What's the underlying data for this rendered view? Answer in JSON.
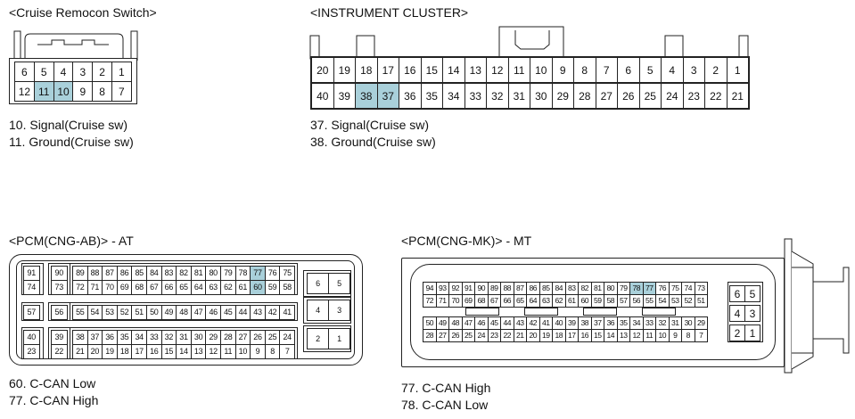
{
  "cruise": {
    "title": "<Cruise Remocon Switch>",
    "rows": [
      [
        "6",
        "5",
        "4",
        "3",
        "2",
        "1"
      ],
      [
        "12",
        "11",
        "10",
        "9",
        "8",
        "7"
      ]
    ],
    "highlight": [
      "11",
      "10"
    ],
    "notes": [
      "10. Signal(Cruise sw)",
      "11. Ground(Cruise sw)"
    ]
  },
  "cluster": {
    "title": "<INSTRUMENT CLUSTER>",
    "rows": [
      [
        "20",
        "19",
        "18",
        "17",
        "16",
        "15",
        "14",
        "13",
        "12",
        "11",
        "10",
        "9",
        "8",
        "7",
        "6",
        "5",
        "4",
        "3",
        "2",
        "1"
      ],
      [
        "40",
        "39",
        "38",
        "37",
        "36",
        "35",
        "34",
        "33",
        "32",
        "31",
        "30",
        "29",
        "28",
        "27",
        "26",
        "25",
        "24",
        "23",
        "22",
        "21"
      ]
    ],
    "highlight": [
      "38",
      "37"
    ],
    "notes": [
      "37. Signal(Cruise sw)",
      "38. Ground(Cruise sw)"
    ]
  },
  "pcm_ab": {
    "title": "<PCM(CNG-AB)> - AT",
    "pairs": [
      [
        "91",
        "74"
      ],
      [
        "90",
        "73"
      ],
      [
        "57"
      ],
      [
        "56"
      ],
      [
        "40",
        "23"
      ],
      [
        "39",
        "22"
      ]
    ],
    "blocks": [
      [
        "89",
        "88",
        "87",
        "86",
        "85",
        "84",
        "83",
        "82",
        "81",
        "80",
        "79",
        "78",
        "77",
        "76",
        "75"
      ],
      [
        "72",
        "71",
        "70",
        "69",
        "68",
        "67",
        "66",
        "65",
        "64",
        "63",
        "62",
        "61",
        "60",
        "59",
        "58"
      ],
      [
        "55",
        "54",
        "53",
        "52",
        "51",
        "50",
        "49",
        "48",
        "47",
        "46",
        "45",
        "44",
        "43",
        "42",
        "41"
      ],
      [
        "38",
        "37",
        "36",
        "35",
        "34",
        "33",
        "32",
        "31",
        "30",
        "29",
        "28",
        "27",
        "26",
        "25",
        "24"
      ],
      [
        "21",
        "20",
        "19",
        "18",
        "17",
        "16",
        "15",
        "14",
        "13",
        "12",
        "11",
        "10",
        "9",
        "8",
        "7"
      ]
    ],
    "side": [
      [
        "6",
        "5"
      ],
      [
        "4",
        "3"
      ],
      [
        "2",
        "1"
      ]
    ],
    "highlight": [
      "77",
      "60"
    ],
    "notes": [
      "60. C-CAN Low",
      "77. C-CAN High"
    ]
  },
  "pcm_mk": {
    "title": "<PCM(CNG-MK)> - MT",
    "rows": [
      [
        "94",
        "93",
        "92",
        "91",
        "90",
        "89",
        "88",
        "87",
        "86",
        "85",
        "84",
        "83",
        "82",
        "81",
        "80",
        "79",
        "78",
        "77",
        "76",
        "75",
        "74",
        "73"
      ],
      [
        "72",
        "71",
        "70",
        "69",
        "68",
        "67",
        "66",
        "65",
        "64",
        "63",
        "62",
        "61",
        "60",
        "59",
        "58",
        "57",
        "56",
        "55",
        "54",
        "53",
        "52",
        "51"
      ],
      [
        "50",
        "49",
        "48",
        "47",
        "46",
        "45",
        "44",
        "43",
        "42",
        "41",
        "40",
        "39",
        "38",
        "37",
        "36",
        "35",
        "34",
        "33",
        "32",
        "31",
        "30",
        "29"
      ],
      [
        "28",
        "27",
        "26",
        "25",
        "24",
        "23",
        "22",
        "21",
        "20",
        "19",
        "18",
        "17",
        "16",
        "15",
        "14",
        "13",
        "12",
        "11",
        "10",
        "9",
        "8",
        "7"
      ]
    ],
    "side": [
      [
        "6",
        "5"
      ],
      [
        "4",
        "3"
      ],
      [
        "2",
        "1"
      ]
    ],
    "highlight": [
      "78",
      "77"
    ],
    "notes": [
      "77. C-CAN High",
      "78. C-CAN Low"
    ]
  }
}
